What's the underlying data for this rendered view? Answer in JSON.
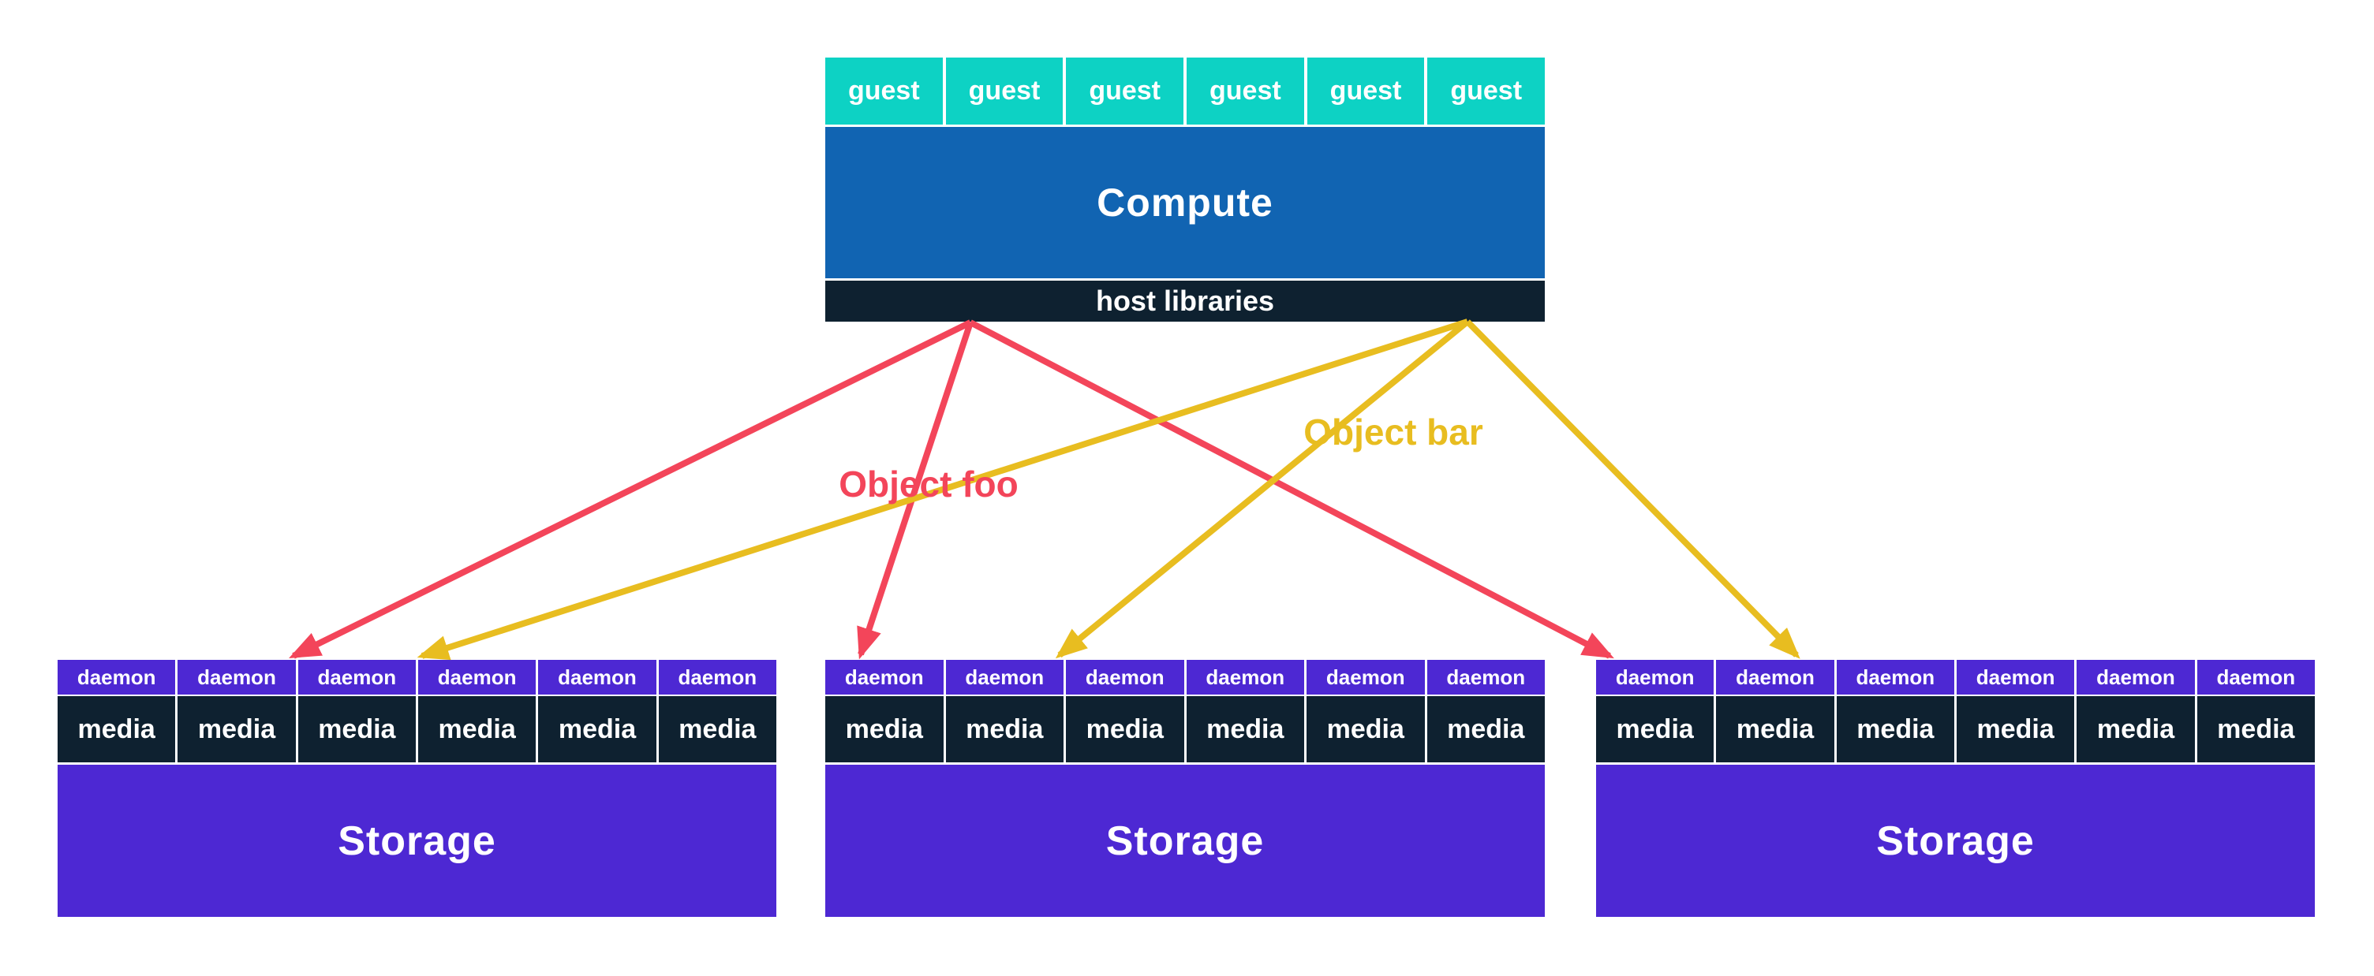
{
  "colors": {
    "guest_teal": "#0dd2c4",
    "compute_blue": "#1164b2",
    "dark_navy": "#0e2130",
    "purple": "#4d28d3",
    "background": "#ffffff",
    "box_text": "#ffffff"
  },
  "compute_stack": {
    "guests": [
      "guest",
      "guest",
      "guest",
      "guest",
      "guest",
      "guest"
    ],
    "compute_label": "Compute",
    "host_libraries_label": "host libraries"
  },
  "flows": [
    {
      "label": "Object foo",
      "color": "#f3455a"
    },
    {
      "label": "Object bar",
      "color": "#e8bd20"
    }
  ],
  "storage_stacks": [
    {
      "daemons": [
        "daemon",
        "daemon",
        "daemon",
        "daemon",
        "daemon",
        "daemon"
      ],
      "media": [
        "media",
        "media",
        "media",
        "media",
        "media",
        "media"
      ],
      "label": "Storage"
    },
    {
      "daemons": [
        "daemon",
        "daemon",
        "daemon",
        "daemon",
        "daemon",
        "daemon"
      ],
      "media": [
        "media",
        "media",
        "media",
        "media",
        "media",
        "media"
      ],
      "label": "Storage"
    },
    {
      "daemons": [
        "daemon",
        "daemon",
        "daemon",
        "daemon",
        "daemon",
        "daemon"
      ],
      "media": [
        "media",
        "media",
        "media",
        "media",
        "media",
        "media"
      ],
      "label": "Storage"
    }
  ]
}
